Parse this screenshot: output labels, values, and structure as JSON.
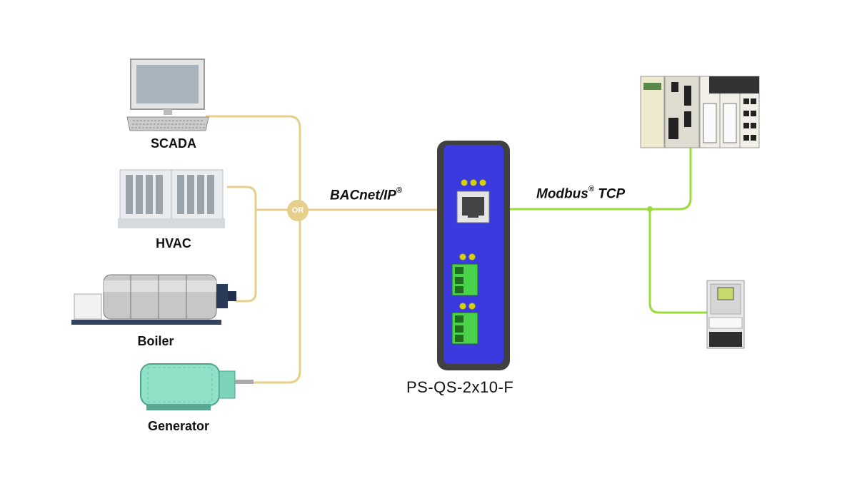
{
  "devices_left": {
    "scada": "SCADA",
    "hvac": "HVAC",
    "boiler": "Boiler",
    "generator": "Generator"
  },
  "junction": {
    "or_label": "OR"
  },
  "protocols": {
    "bacnet": "BACnet/IP",
    "bacnet_mark": "®",
    "modbus": "Modbus",
    "modbus_mark": "®",
    "modbus_suffix": " TCP"
  },
  "gateway": {
    "model": "PS-QS-2x10-F"
  },
  "colors": {
    "bacnet_line": "#e6cf8a",
    "modbus_line": "#9bdb3c",
    "gateway_body": "#3a3adf",
    "connector": "#49d24a",
    "led": "#d7d000"
  }
}
